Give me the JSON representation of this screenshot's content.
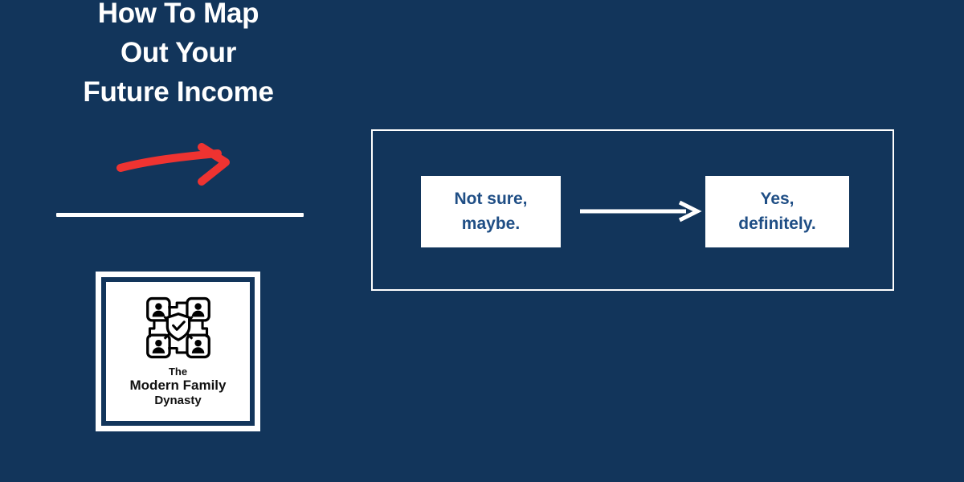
{
  "theme": {
    "background": "#12355b",
    "accent_red": "#ee3331",
    "white": "#ffffff",
    "chip_text": "#1f4e85",
    "logo_text": "#111111"
  },
  "headline": {
    "lines": [
      "How To Map",
      "Out Your",
      "Future Income"
    ],
    "full_text": "How To Map Out Your Future Income"
  },
  "decor": {
    "red_arrow_icon": "curved-hand-drawn-arrow-right-icon",
    "divider_label": "horizontal-rule"
  },
  "logo": {
    "mark_icon": "family-network-shield-icon",
    "name_line_1": "The",
    "name_line_2": "Modern Family",
    "name_line_3": "Dynasty",
    "full_name": "The Modern Family Dynasty"
  },
  "panel": {
    "flow_arrow_icon": "arrow-right-icon",
    "steps": [
      {
        "id": "before",
        "line_1": "Not sure,",
        "line_2": "maybe.",
        "text": "Not sure, maybe."
      },
      {
        "id": "after",
        "line_1": "Yes,",
        "line_2": "definitely.",
        "text": "Yes, definitely."
      }
    ]
  }
}
